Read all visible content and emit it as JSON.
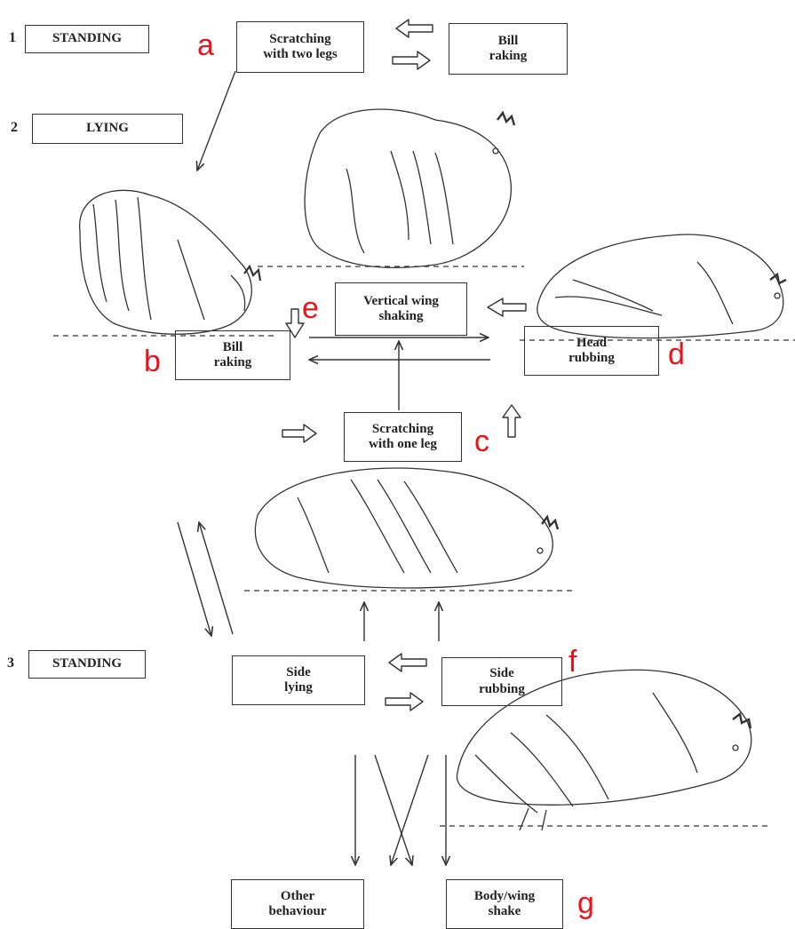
{
  "phases": [
    {
      "number": "1",
      "label": "STANDING"
    },
    {
      "number": "2",
      "label": "LYING"
    },
    {
      "number": "3",
      "label": "STANDING"
    }
  ],
  "boxes": {
    "scratch_two": "Scratching\nwith two legs",
    "bill_raking_top": "Bill\nraking",
    "vertical_wing": "Vertical wing\nshaking",
    "bill_raking": "Bill\nraking",
    "head_rubbing": "Head\nrubbing",
    "scratch_one": "Scratching\nwith one leg",
    "side_lying": "Side\nlying",
    "side_rubbing": "Side\nrubbing",
    "other_behaviour": "Other\nbehaviour",
    "body_wing_shake": "Body/wing\nshake"
  },
  "letters": {
    "a": "a",
    "b": "b",
    "c": "c",
    "d": "d",
    "e": "e",
    "f": "f",
    "g": "g"
  },
  "colors": {
    "letter": "#e8141b",
    "line": "#333333"
  },
  "illustrations": [
    "hen-dustbathing-head-down",
    "hen-fluffed-lying",
    "hen-lying-head-rubbing",
    "hen-lying-scratching",
    "hen-side-rubbing"
  ]
}
